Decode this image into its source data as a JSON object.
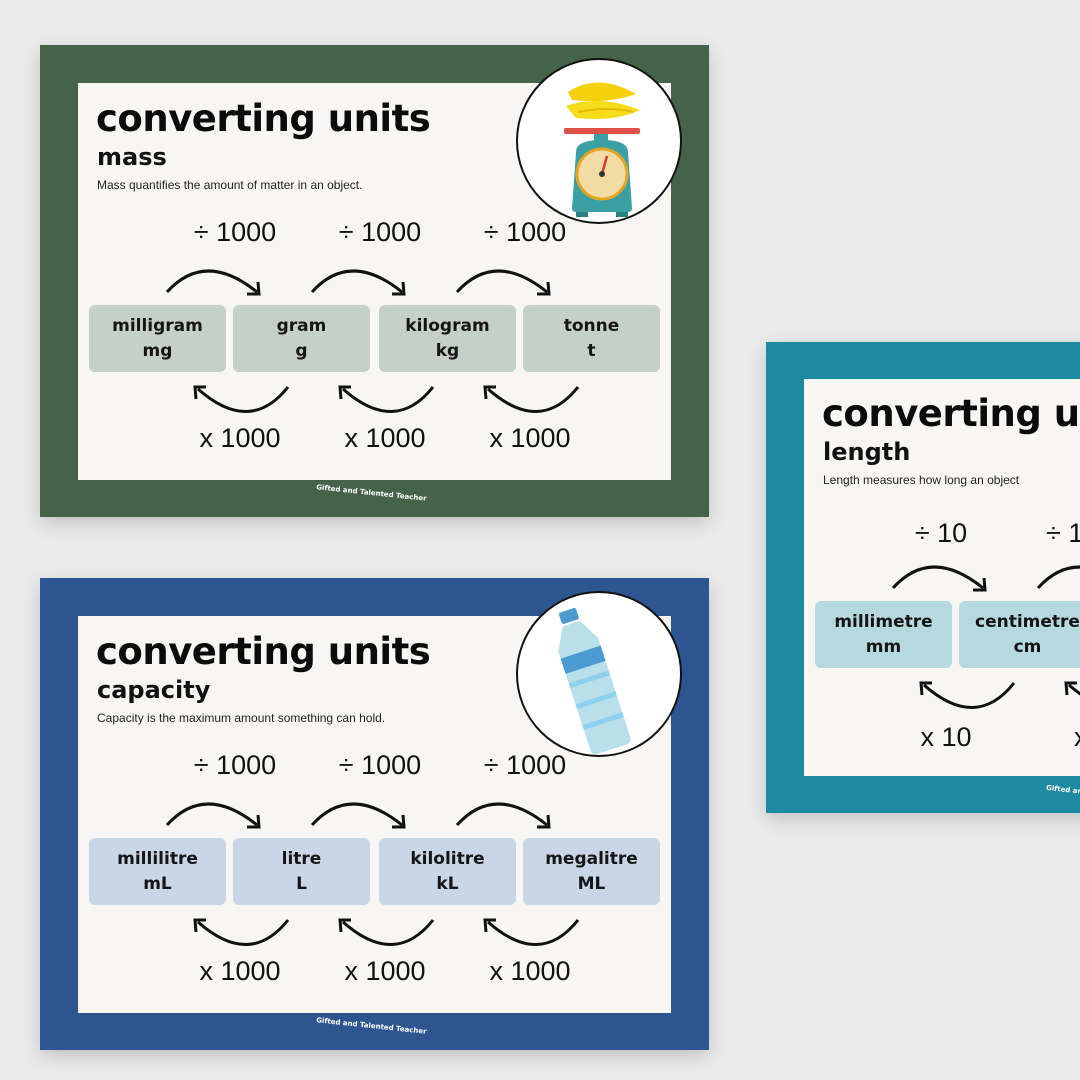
{
  "colors": {
    "background": "#ebebeb",
    "mass_frame": "#456349",
    "mass_box": "#c5d0c8",
    "capacity_frame": "#2d5690",
    "capacity_box": "#c9d6e8",
    "length_frame": "#1d8aa1",
    "length_box": "#b6d9e0",
    "paper": "#f7f6f2"
  },
  "posters": {
    "mass": {
      "title": "converting units",
      "subtitle": "mass",
      "description": "Mass quantifies the amount of matter in an object.",
      "icon": "kitchen-scale-with-bananas-icon",
      "divide_labels": [
        "÷ 1000",
        "÷ 1000",
        "÷ 1000"
      ],
      "multiply_labels": [
        "x 1000",
        "x 1000",
        "x 1000"
      ],
      "units": [
        {
          "name": "milligram",
          "abbr": "mg"
        },
        {
          "name": "gram",
          "abbr": "g"
        },
        {
          "name": "kilogram",
          "abbr": "kg"
        },
        {
          "name": "tonne",
          "abbr": "t"
        }
      ],
      "brand": "Gifted and Talented Teacher"
    },
    "capacity": {
      "title": "converting units",
      "subtitle": "capacity",
      "description": "Capacity is the maximum amount something can hold.",
      "icon": "water-bottle-icon",
      "divide_labels": [
        "÷ 1000",
        "÷ 1000",
        "÷ 1000"
      ],
      "multiply_labels": [
        "x 1000",
        "x 1000",
        "x 1000"
      ],
      "units": [
        {
          "name": "millilitre",
          "abbr": "mL"
        },
        {
          "name": "litre",
          "abbr": "L"
        },
        {
          "name": "kilolitre",
          "abbr": "kL"
        },
        {
          "name": "megalitre",
          "abbr": "ML"
        }
      ],
      "brand": "Gifted and Talented Teacher"
    },
    "length": {
      "title": "converting u",
      "subtitle": "length",
      "description": "Length measures how long an object",
      "divide_labels": [
        "÷ 10",
        "÷ 1"
      ],
      "multiply_labels": [
        "x 10",
        "x"
      ],
      "units": [
        {
          "name": "millimetre",
          "abbr": "mm"
        },
        {
          "name": "centimetre",
          "abbr": "cm"
        }
      ],
      "brand": "Gifted and"
    }
  }
}
